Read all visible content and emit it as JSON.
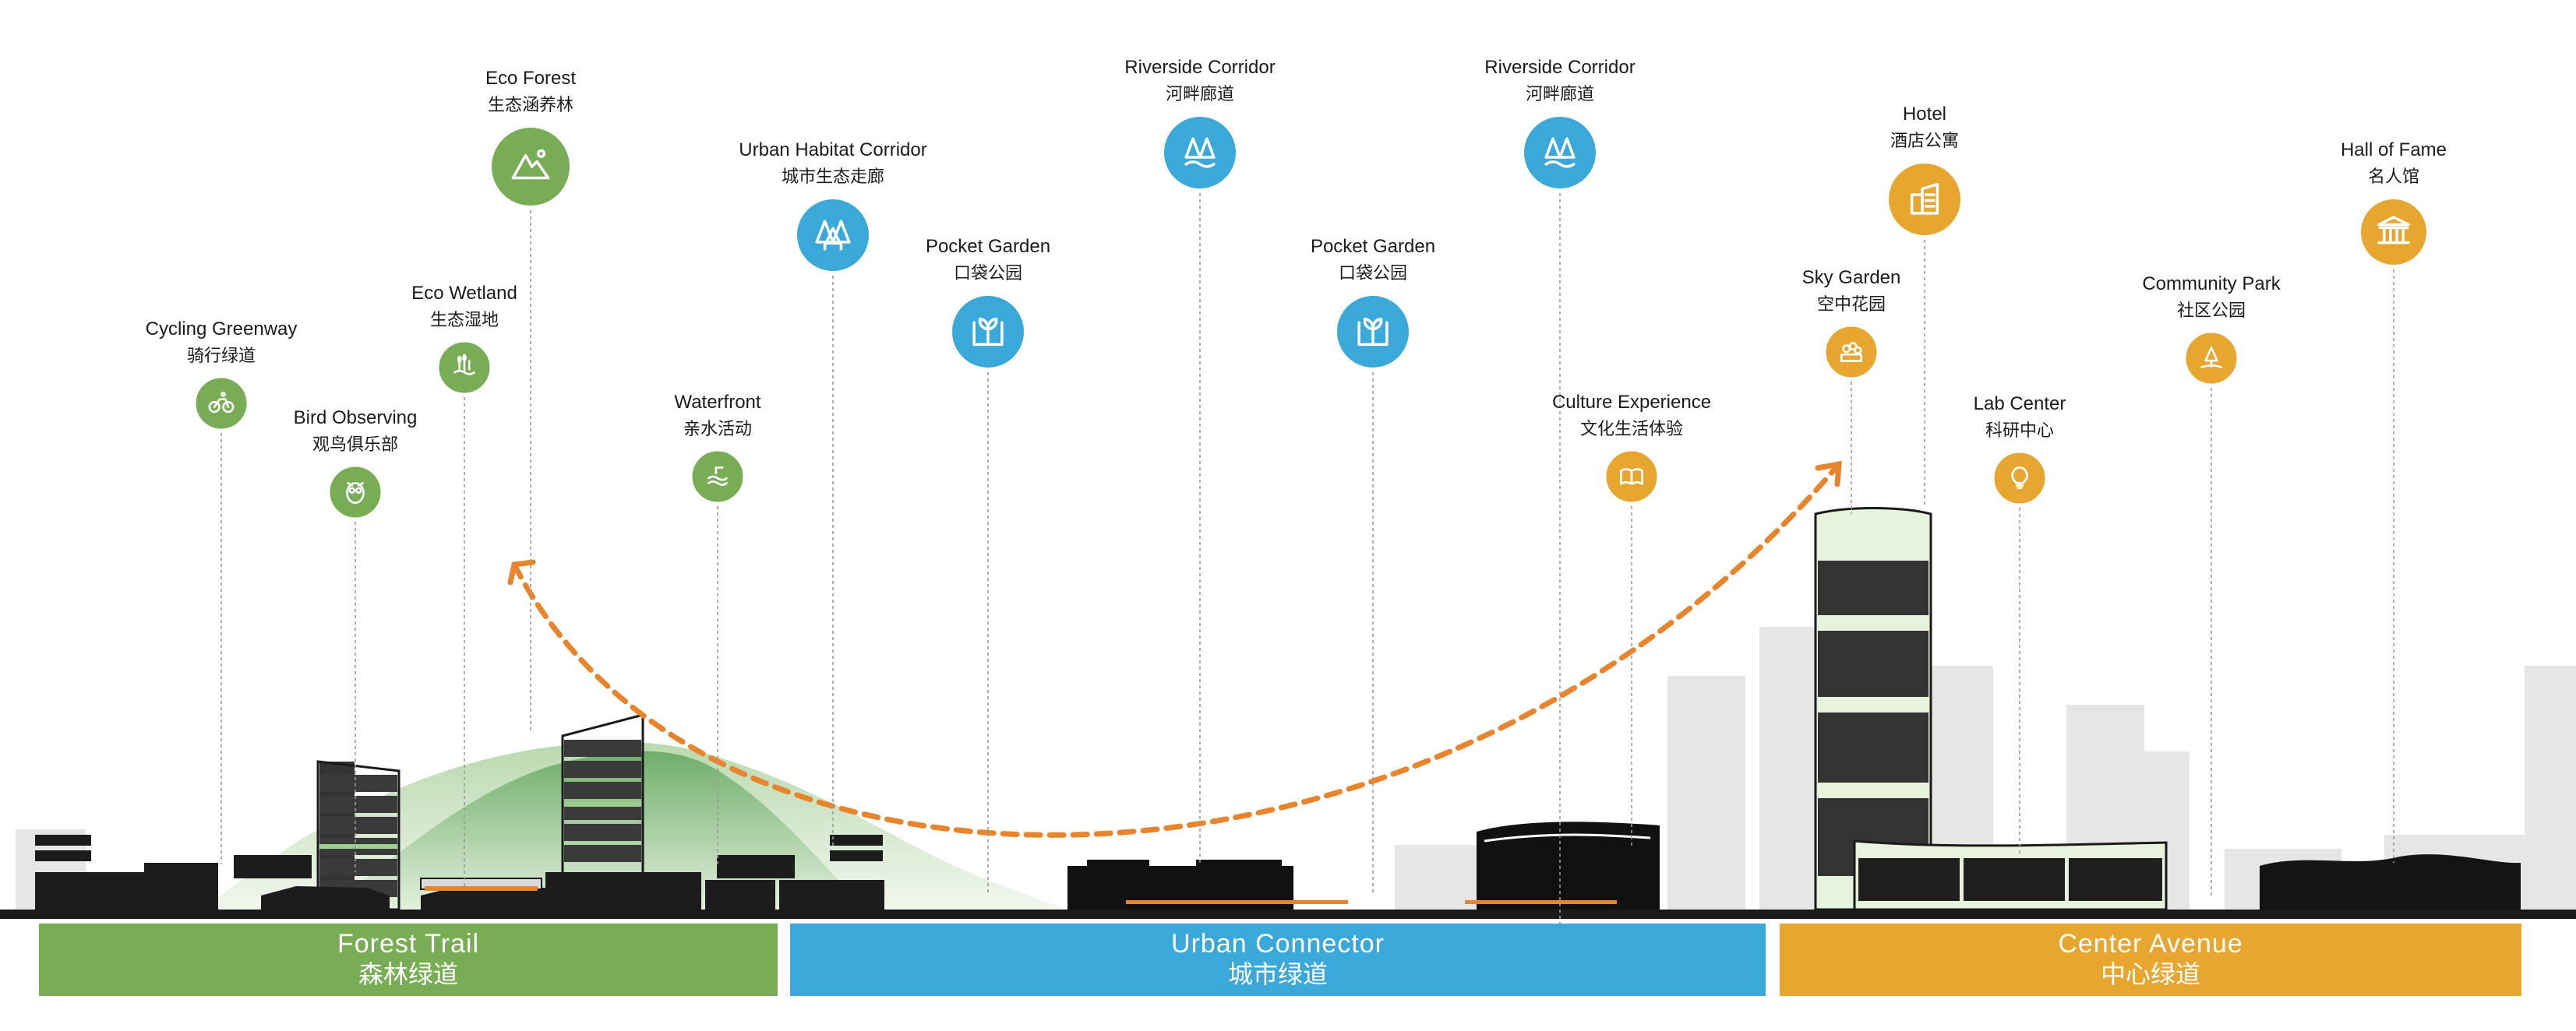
{
  "colors": {
    "forest": "#78AC55",
    "urban": "#3AA8D8",
    "center": "#E6A630",
    "arrow": "#E8842C",
    "ground": "#1A1A1A"
  },
  "zones": [
    {
      "id": "forest",
      "en": "Forest Trail",
      "cn": "森林绿道"
    },
    {
      "id": "urban",
      "en": "Urban Connector",
      "cn": "城市绿道"
    },
    {
      "id": "center",
      "en": "Center Avenue",
      "cn": "中心绿道"
    }
  ],
  "pois": [
    {
      "id": "cycling-greenway",
      "en": "Cycling Greenway",
      "cn": "骑行绿道",
      "zone": "forest",
      "icon": "bicycle-icon"
    },
    {
      "id": "bird-observing",
      "en": "Bird Observing",
      "cn": "观鸟俱乐部",
      "zone": "forest",
      "icon": "owl-icon"
    },
    {
      "id": "eco-wetland",
      "en": "Eco Wetland",
      "cn": "生态湿地",
      "zone": "forest",
      "icon": "wetland-icon"
    },
    {
      "id": "eco-forest",
      "en": "Eco Forest",
      "cn": "生态涵养林",
      "zone": "forest",
      "icon": "mountain-icon"
    },
    {
      "id": "waterfront",
      "en": "Waterfront",
      "cn": "亲水活动",
      "zone": "forest",
      "icon": "water-icon"
    },
    {
      "id": "urban-habitat-corridor",
      "en": "Urban Habitat Corridor",
      "cn": "城市生态走廊",
      "zone": "urban",
      "icon": "trees-icon"
    },
    {
      "id": "pocket-garden-1",
      "en": "Pocket Garden",
      "cn": "口袋公园",
      "zone": "urban",
      "icon": "sprout-icon"
    },
    {
      "id": "riverside-corridor-1",
      "en": "Riverside Corridor",
      "cn": "河畔廊道",
      "zone": "urban",
      "icon": "river-trees-icon"
    },
    {
      "id": "pocket-garden-2",
      "en": "Pocket Garden",
      "cn": "口袋公园",
      "zone": "urban",
      "icon": "sprout-icon"
    },
    {
      "id": "riverside-corridor-2",
      "en": "Riverside Corridor",
      "cn": "河畔廊道",
      "zone": "urban",
      "icon": "river-trees-icon"
    },
    {
      "id": "culture-experience",
      "en": "Culture Experience",
      "cn": "文化生活体验",
      "zone": "center",
      "icon": "book-icon"
    },
    {
      "id": "sky-garden",
      "en": "Sky Garden",
      "cn": "空中花园",
      "zone": "center",
      "icon": "flowers-icon"
    },
    {
      "id": "hotel",
      "en": "Hotel",
      "cn": "酒店公寓",
      "zone": "center",
      "icon": "building-icon"
    },
    {
      "id": "lab-center",
      "en": "Lab Center",
      "cn": "科研中心",
      "zone": "center",
      "icon": "lightbulb-icon"
    },
    {
      "id": "community-park",
      "en": "Community Park",
      "cn": "社区公园",
      "zone": "center",
      "icon": "tree-icon"
    },
    {
      "id": "hall-of-fame",
      "en": "Hall of Fame",
      "cn": "名人馆",
      "zone": "center",
      "icon": "temple-icon"
    }
  ]
}
